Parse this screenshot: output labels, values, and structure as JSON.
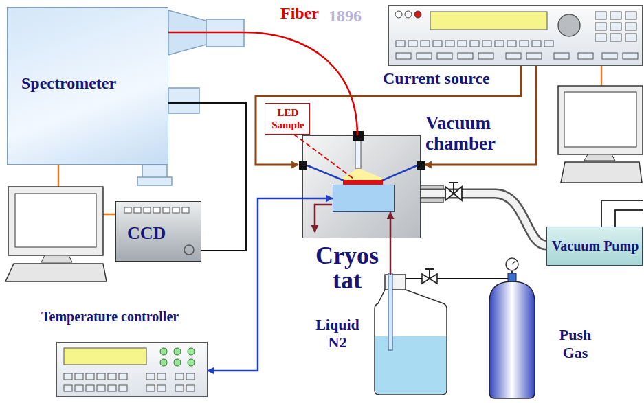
{
  "diagram": {
    "nodes": [
      {
        "text": [
          "Spectrometer"
        ]
      },
      {
        "text": [
          "CCD"
        ]
      },
      {
        "text": [
          "Temperature controller"
        ]
      },
      {
        "text": [
          "Current source"
        ]
      },
      {
        "text": [
          "Vacuum chamber"
        ]
      },
      {
        "text": [
          "Cryos tat"
        ],
        "in": 4
      },
      {
        "text": [
          "LED Sample"
        ]
      },
      {
        "text": [
          "Vacuum Pump"
        ]
      },
      {
        "text": [
          "Liquid N2"
        ]
      },
      {
        "text": [
          "Push Gas"
        ]
      }
    ],
    "edges": [
      {
        "from": 0,
        "to": 4,
        "arrow": "none",
        "label": "Fiber"
      },
      {
        "from": 0,
        "to": 1,
        "arrow": "none"
      },
      {
        "from": 3,
        "to": 4,
        "arrow": "to"
      },
      {
        "from": 3,
        "to": 4,
        "arrow": "to"
      },
      {
        "from": 2,
        "to": 5,
        "arrow": "both"
      },
      {
        "from": 4,
        "to": 7,
        "arrow": "none"
      },
      {
        "from": 8,
        "to": 5,
        "arrow": "to"
      },
      {
        "from": 9,
        "to": 8,
        "arrow": "none"
      }
    ],
    "labels": [
      "1896"
    ]
  }
}
